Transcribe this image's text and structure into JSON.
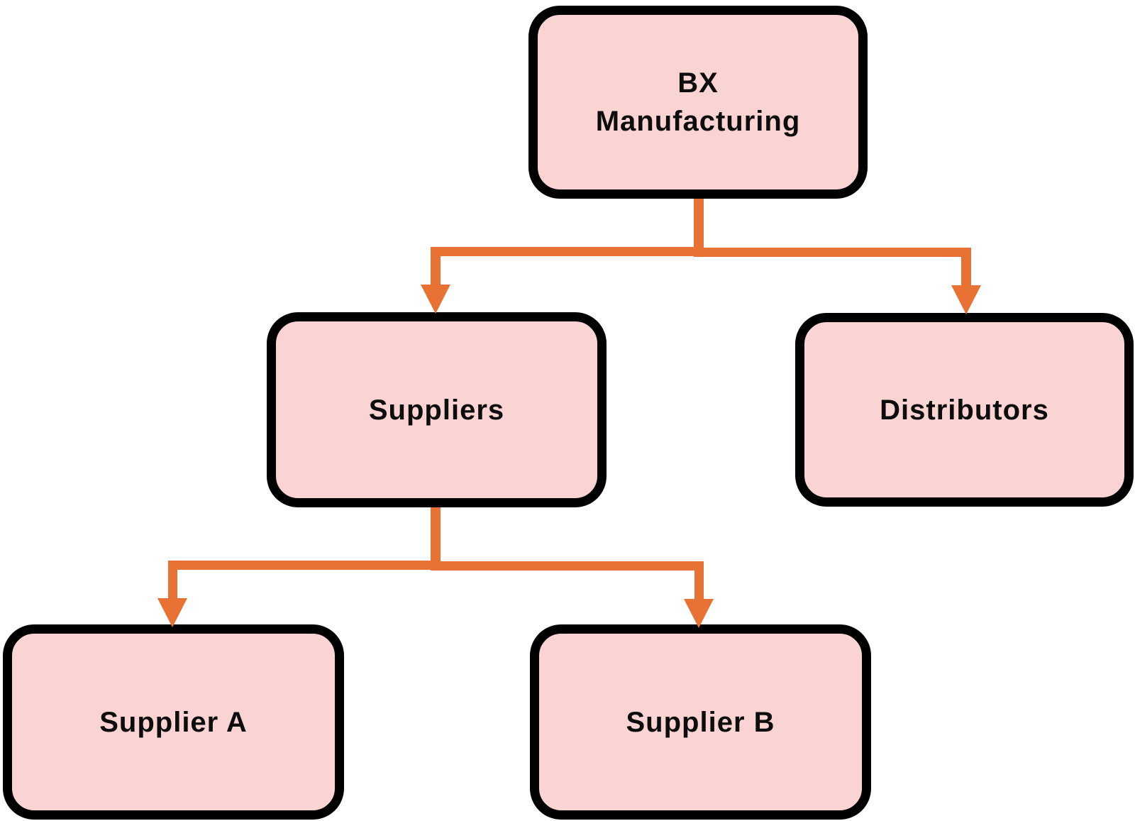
{
  "diagram": {
    "type": "hierarchy",
    "colors": {
      "node_fill": "#FAD4D3",
      "node_border": "#000000",
      "connector": "#E87134",
      "text": "#0D0D0D",
      "background": "#FFFFFF"
    },
    "nodes": {
      "root": {
        "label": "BX\nManufacturing"
      },
      "suppliers": {
        "label": "Suppliers"
      },
      "distributors": {
        "label": "Distributors"
      },
      "supplier_a": {
        "label": "Supplier A"
      },
      "supplier_b": {
        "label": "Supplier B"
      }
    },
    "edges": [
      {
        "from": "BX Manufacturing",
        "to": "Suppliers"
      },
      {
        "from": "BX Manufacturing",
        "to": "Distributors"
      },
      {
        "from": "Suppliers",
        "to": "Supplier A"
      },
      {
        "from": "Suppliers",
        "to": "Supplier B"
      }
    ]
  }
}
